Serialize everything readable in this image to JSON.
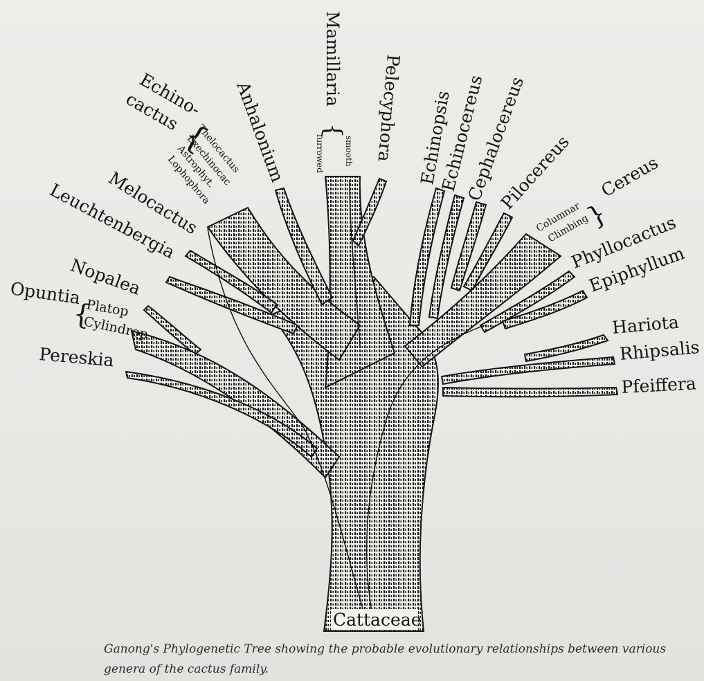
{
  "diagram": {
    "root": "Cattaceae",
    "labels": {
      "echinocactus_line1": "Echino-",
      "echinocactus_line2": "cactus",
      "thelocactus": "Thelocactus",
      "echinocac": "Exechinocac",
      "astrophyt": "Astrophyt.",
      "lophophora": "Lophophora",
      "anhalonium": "Anhalonium",
      "mamillaria": "Mamillaria",
      "smooth": "smooth",
      "furrowed": "furrowed",
      "pelecyphora": "Pelecyphora",
      "echinopsis": "Echinopsis",
      "echinocereus": "Echinocereus",
      "cephalocereus": "Cephalocereus",
      "pilocereus": "Pilocereus",
      "columnar": "Columnar",
      "climbing": "Climbing",
      "cereus": "Cereus",
      "melocactus": "Melocactus",
      "leuchtenbergia": "Leuchtenbergia",
      "nopalea": "Nopalea",
      "opuntia": "Opuntia",
      "platop": "Platop",
      "cylindrop": "Cylindrop",
      "pereskia": "Pereskia",
      "phyllocactus": "Phyllocactus",
      "epiphyllum": "Epiphyllum",
      "hariota": "Hariota",
      "rhipsalis": "Rhipsalis",
      "pfeiffera": "Pfeiffera"
    }
  },
  "caption": {
    "text": "Ganong's Phylogenetic Tree showing the probable evolutionary relationships between various genera of the cactus family."
  }
}
